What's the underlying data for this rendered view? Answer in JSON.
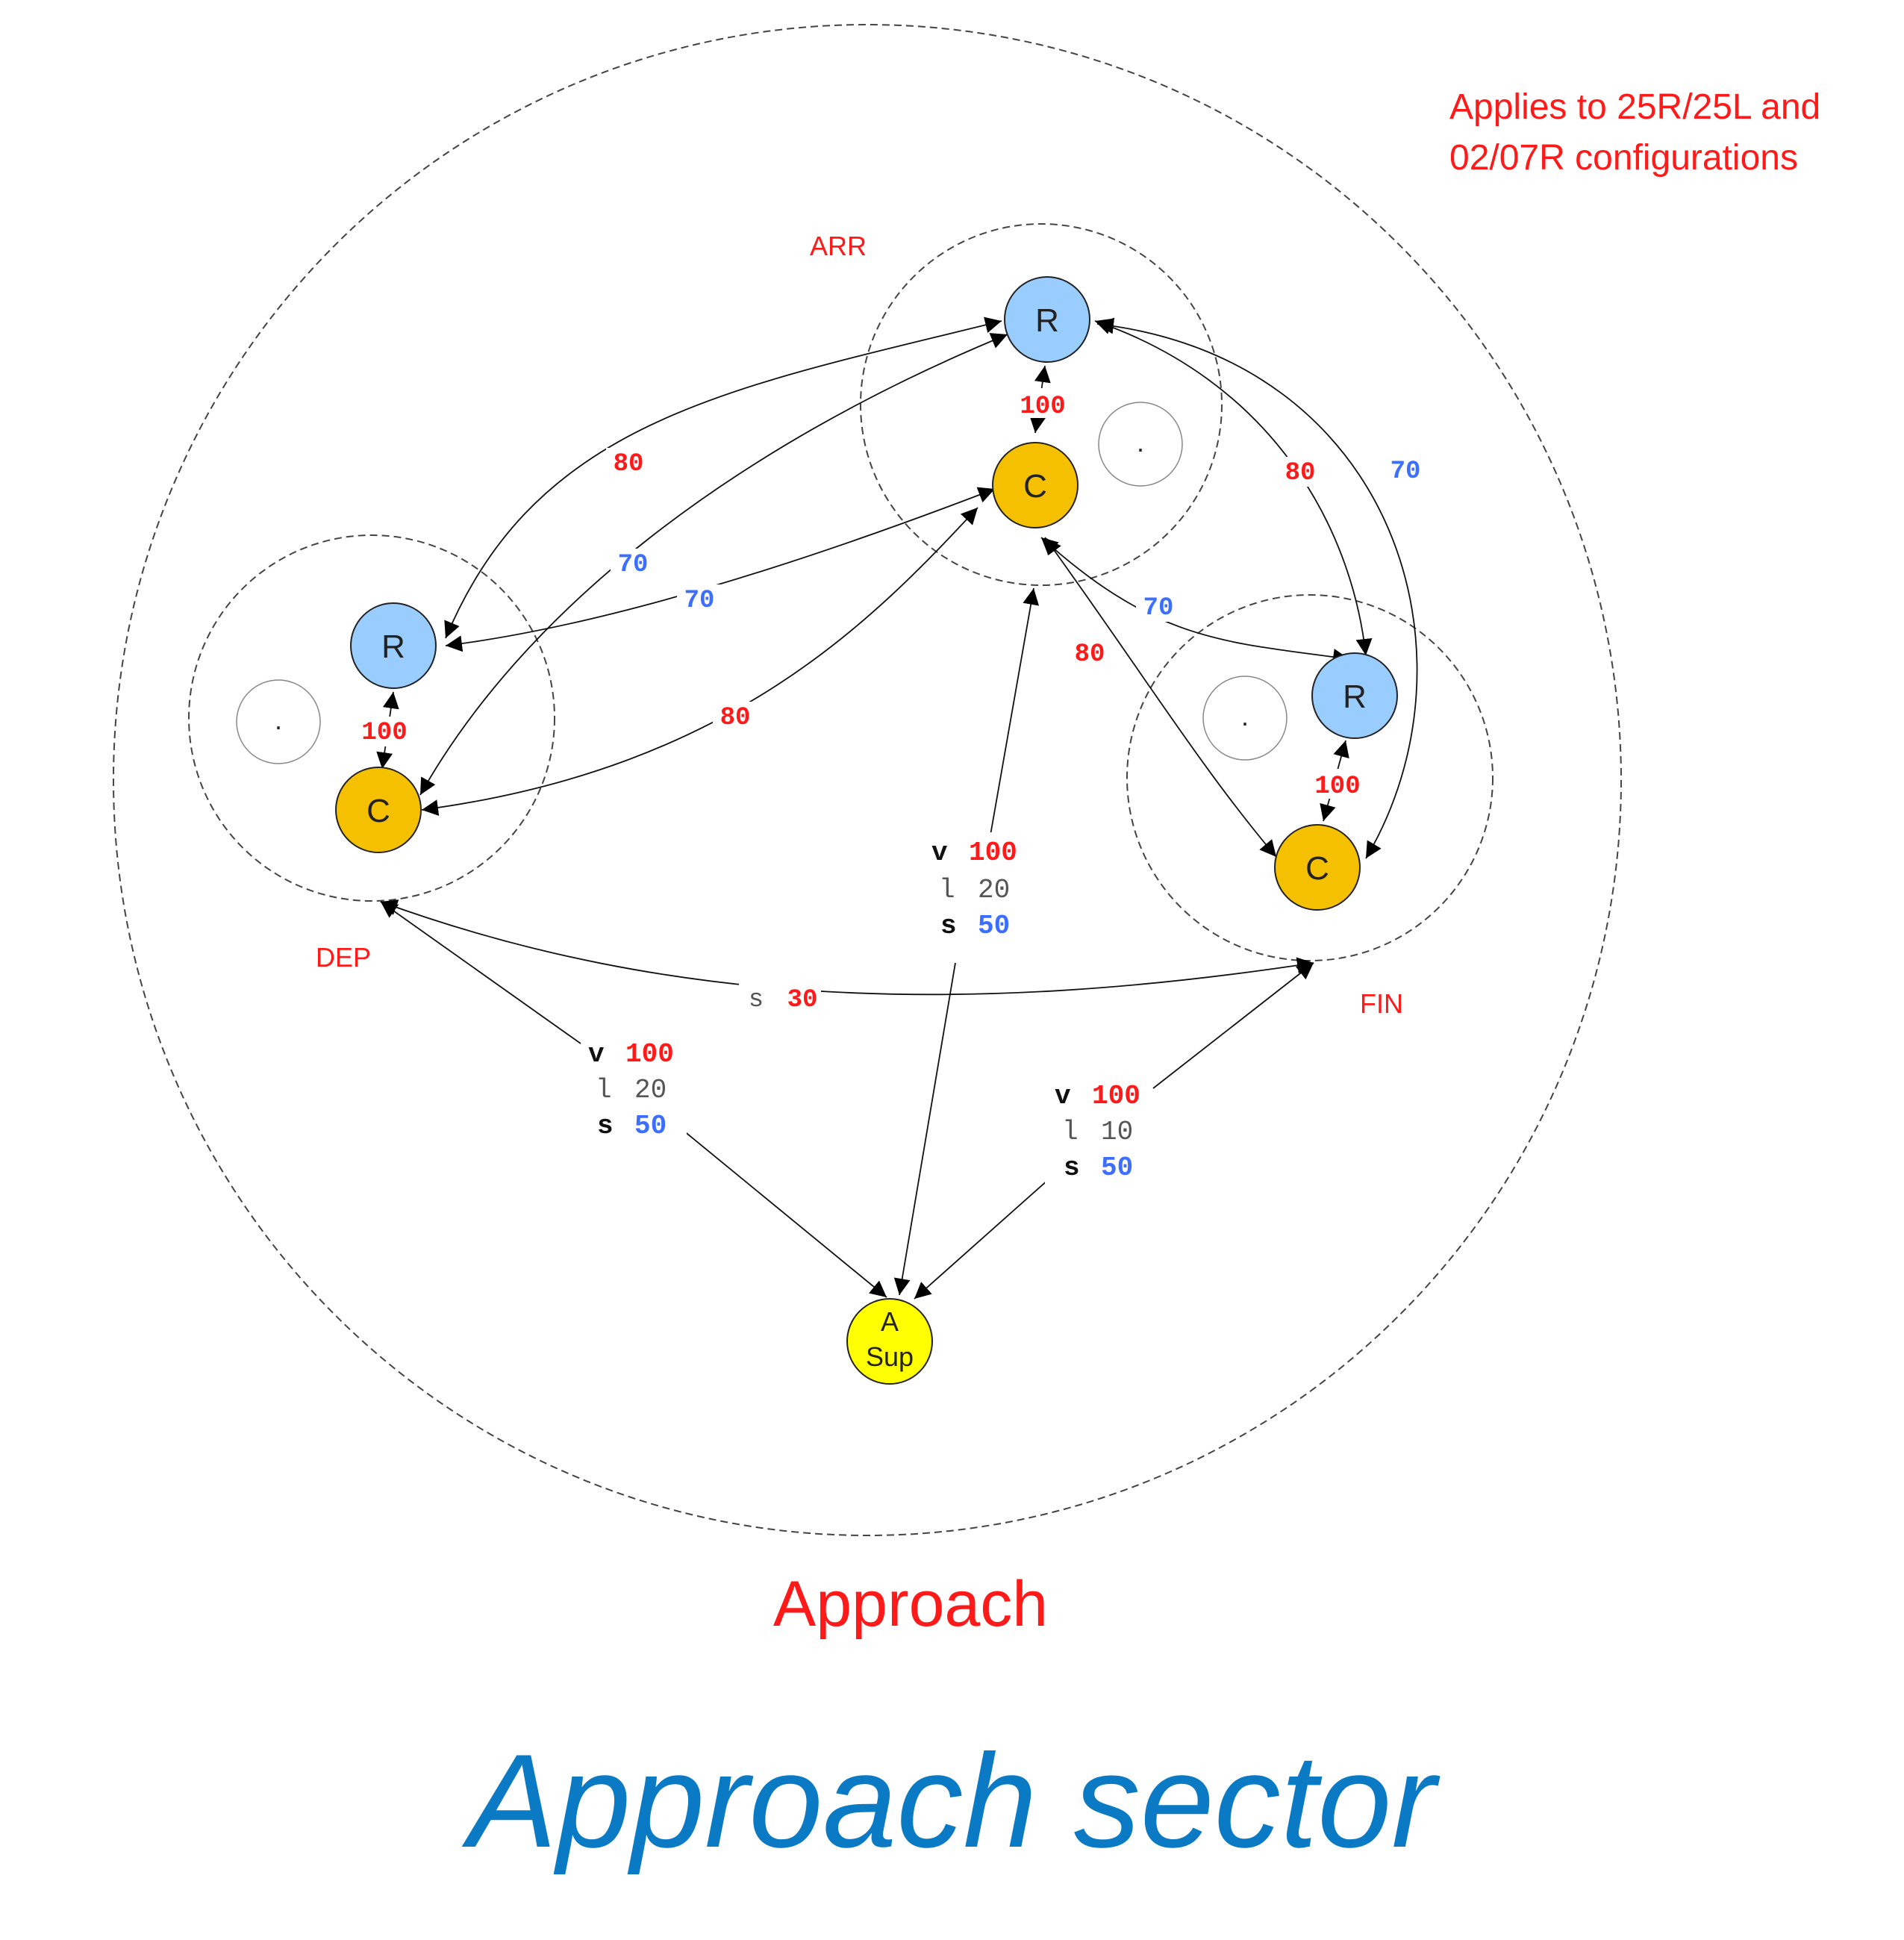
{
  "note": {
    "line1": "Applies to 25R/25L and",
    "line2": "02/07R configurations"
  },
  "sector_label": "Approach",
  "page_title": "Approach sector",
  "groups": {
    "arr": {
      "label": "ARR"
    },
    "dep": {
      "label": "DEP"
    },
    "fin": {
      "label": "FIN"
    }
  },
  "nodes": {
    "arr_r": "R",
    "arr_c": "C",
    "arr_dot": ".",
    "dep_r": "R",
    "dep_c": "C",
    "dep_dot": ".",
    "fin_r": "R",
    "fin_c": "C",
    "fin_dot": ".",
    "sup_line1": "A",
    "sup_line2": "Sup"
  },
  "edge_labels": {
    "arr_rc": "100",
    "dep_rc": "100",
    "fin_rc": "100",
    "arr_r_dep_r": "80",
    "arr_r_dep_c": "70",
    "arr_c_dep_r": "70",
    "arr_c_dep_c": "80",
    "arr_r_fin_r": "80",
    "arr_r_fin_c": "70",
    "arr_c_fin_r": "70",
    "arr_c_fin_c": "80",
    "dep_fin_s_letter": "s",
    "dep_fin_s_value": "30"
  },
  "sup_links": {
    "arr": {
      "v": "v",
      "v_val": "100",
      "l": "l",
      "l_val": "20",
      "s": "s",
      "s_val": "50"
    },
    "dep": {
      "v": "v",
      "v_val": "100",
      "l": "l",
      "l_val": "20",
      "s": "s",
      "s_val": "50"
    },
    "fin": {
      "v": "v",
      "v_val": "100",
      "l": "l",
      "l_val": "10",
      "s": "s",
      "s_val": "50"
    }
  },
  "colors": {
    "red": "#ff1a1a",
    "blue": "#3d6fff",
    "title_blue": "#0a7ac4",
    "r_node": "#99ccff",
    "c_node": "#f5c000",
    "sup_node": "#ffff00",
    "gray_text": "#555555"
  }
}
